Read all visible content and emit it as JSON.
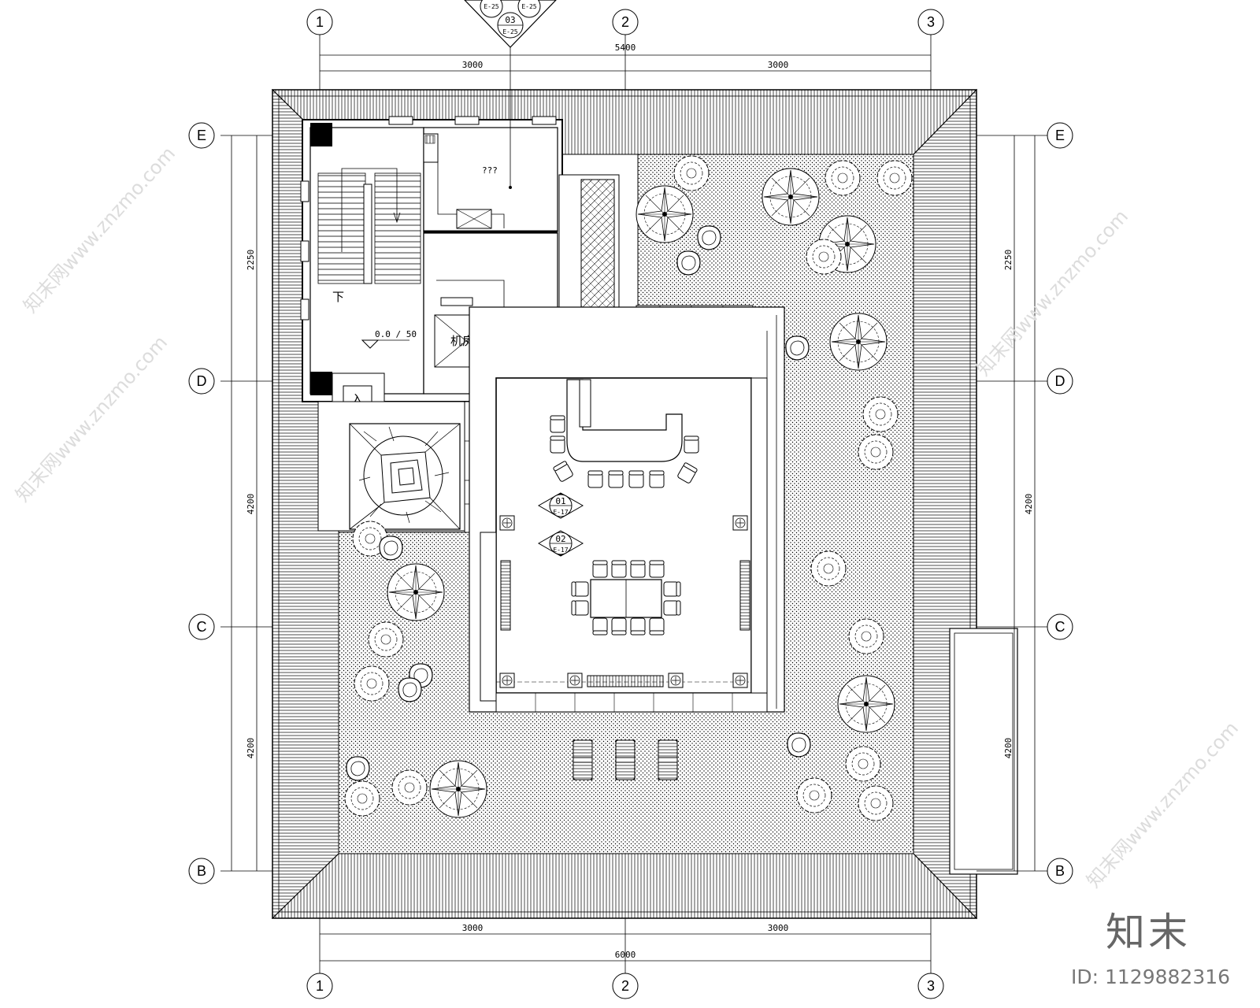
{
  "plan": {
    "grid_top": [
      "1",
      "2",
      "3"
    ],
    "grid_bottom": [
      "1",
      "2",
      "3"
    ],
    "grid_left": [
      "E",
      "D",
      "C",
      "B"
    ],
    "grid_right": [
      "E",
      "D",
      "C",
      "B"
    ],
    "dim_top_overall": "5400",
    "dim_top_left": "3000",
    "dim_top_right": "3000",
    "dim_bottom_left": "3000",
    "dim_bottom_right": "3000",
    "dim_bottom_overall": "6000",
    "dim_left_upper": "2250",
    "dim_left_mid": "4200",
    "dim_left_lower": "4200",
    "dim_right_upper": "2250",
    "dim_right_mid": "4200",
    "dim_right_lower": "4200",
    "room_unknown": "???",
    "room_machine": "机房",
    "stair_down": "下",
    "entrance_mark": "入",
    "level_mark": "0.0 / 50",
    "section_mark_top": {
      "num": "03",
      "sheet": "E-25",
      "left": "E-25",
      "right": "E-25"
    },
    "elevation_marks": [
      {
        "num": "01",
        "sheet": "E-17"
      },
      {
        "num": "02",
        "sheet": "E-17"
      }
    ]
  },
  "watermark": {
    "logo": "知末",
    "id": "ID: 1129882316",
    "site": "知末网www.znzmo.com"
  }
}
